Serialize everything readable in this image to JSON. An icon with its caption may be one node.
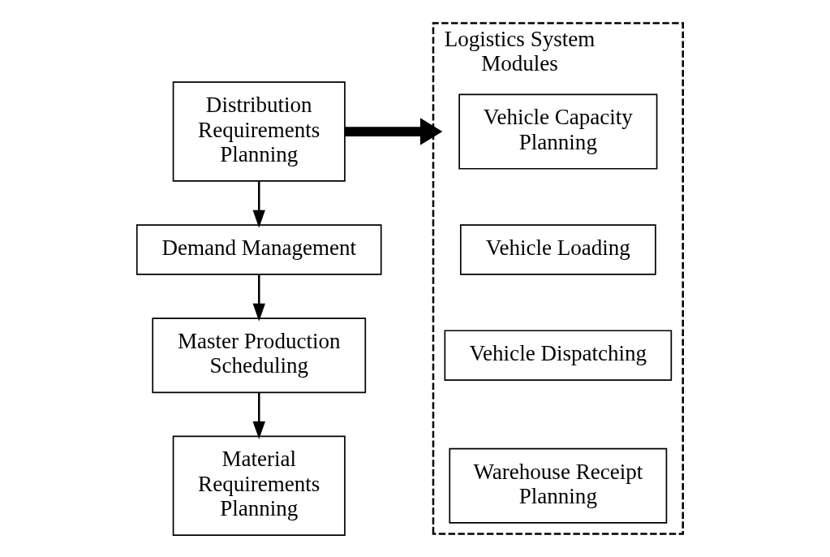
{
  "diagram": {
    "nodes": [
      {
        "text": [
          "Distribution Requirements Planning"
        ]
      },
      {
        "text": [
          "Demand Management"
        ]
      },
      {
        "text": [
          "Master Production Scheduling"
        ]
      },
      {
        "text": [
          "Material Requirements Planning"
        ]
      },
      {
        "text": [
          "Logistics System Modules"
        ]
      },
      {
        "text": [
          "Vehicle Capacity Planning"
        ],
        "in": 4
      },
      {
        "text": [
          "Vehicle Loading"
        ],
        "in": 4
      },
      {
        "text": [
          "Vehicle Dispatching"
        ],
        "in": 4
      },
      {
        "text": [
          "Warehouse Receipt Planning"
        ],
        "in": 4
      }
    ],
    "edges": [
      {
        "from": 0,
        "to": 1,
        "arrow": "to"
      },
      {
        "from": 1,
        "to": 2,
        "arrow": "to"
      },
      {
        "from": 2,
        "to": 3,
        "arrow": "to"
      },
      {
        "from": 0,
        "to": 4,
        "arrow": "to",
        "style": "thick"
      }
    ]
  }
}
